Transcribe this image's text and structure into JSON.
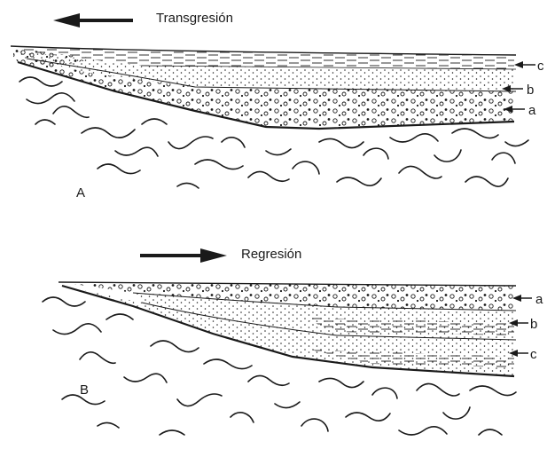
{
  "panel_a": {
    "title": "Transgresión",
    "arrow_direction": "left",
    "panel_label": "A",
    "layer_labels": [
      "c",
      "b",
      "a"
    ]
  },
  "panel_b": {
    "title": "Regresión",
    "arrow_direction": "right",
    "panel_label": "B",
    "layer_labels": [
      "a",
      "b",
      "c"
    ]
  },
  "colors": {
    "ink": "#1a1a1a",
    "background": "#ffffff"
  }
}
